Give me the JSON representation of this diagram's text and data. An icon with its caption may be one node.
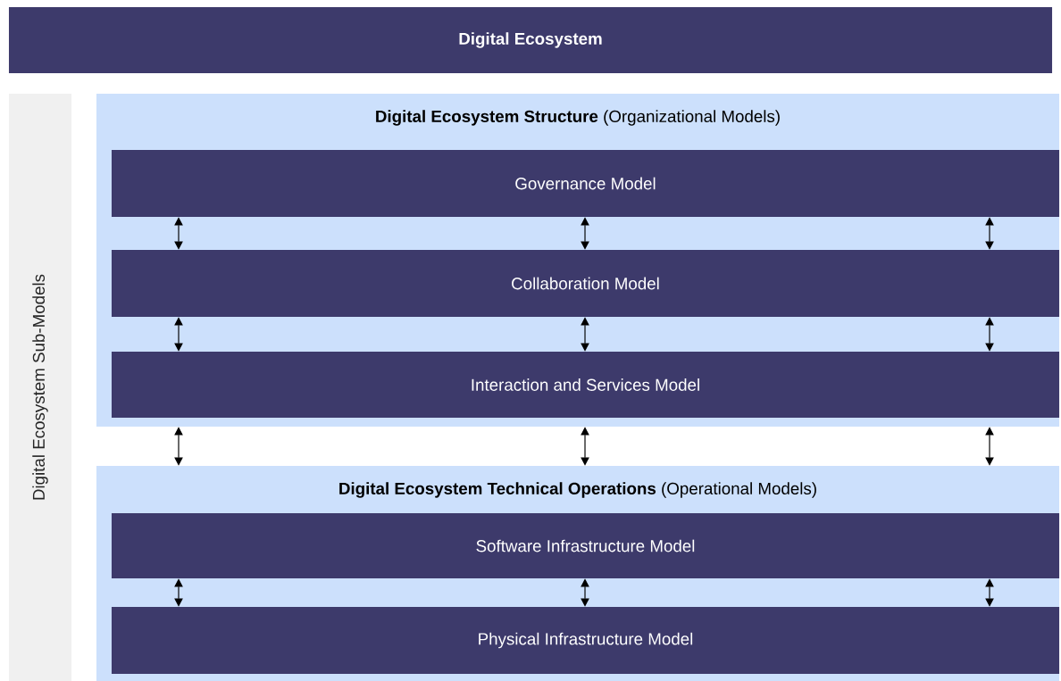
{
  "diagram": {
    "nodes": [
      {
        "text": [
          "Digital Ecosystem"
        ]
      },
      {
        "text": [
          "Digital Ecosystem Sub-Models"
        ]
      },
      {
        "text": [
          "**Digital Ecosystem Structure** (Organizational Models)"
        ]
      },
      {
        "text": [
          "Governance Model"
        ],
        "in": 2
      },
      {
        "text": [
          "Collaboration Model"
        ],
        "in": 2
      },
      {
        "text": [
          "Interaction and Services Model"
        ],
        "in": 2
      },
      {
        "text": [
          "**Digital Ecosystem Technical Operations** (Operational Models)"
        ]
      },
      {
        "text": [
          "Software Infrastructure Model"
        ],
        "in": 6
      },
      {
        "text": [
          "Physical Infrastructure Model"
        ],
        "in": 6
      }
    ],
    "edges": [
      {
        "from": 3,
        "to": 4,
        "arrow": "both"
      },
      {
        "from": 3,
        "to": 4,
        "arrow": "both"
      },
      {
        "from": 3,
        "to": 4,
        "arrow": "both"
      },
      {
        "from": 4,
        "to": 5,
        "arrow": "both"
      },
      {
        "from": 4,
        "to": 5,
        "arrow": "both"
      },
      {
        "from": 4,
        "to": 5,
        "arrow": "both"
      },
      {
        "from": 2,
        "to": 6,
        "arrow": "both"
      },
      {
        "from": 2,
        "to": 6,
        "arrow": "both"
      },
      {
        "from": 2,
        "to": 6,
        "arrow": "both"
      },
      {
        "from": 7,
        "to": 8,
        "arrow": "both"
      },
      {
        "from": 7,
        "to": 8,
        "arrow": "both"
      },
      {
        "from": 7,
        "to": 8,
        "arrow": "both"
      }
    ]
  }
}
